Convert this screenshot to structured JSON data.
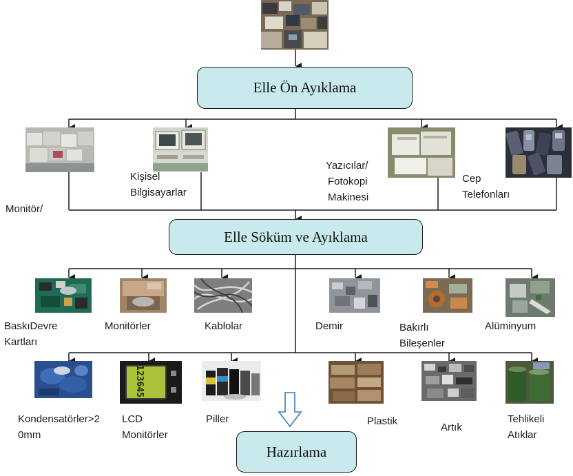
{
  "steps": {
    "pre_sorting": "Elle Ön Ayıklama",
    "dismantling": "Elle Söküm ve Ayıklama",
    "preparation": "Hazırlama"
  },
  "inputs": {
    "monitors_label": "Monitör/",
    "personal_computers_label_1": "Kişisel",
    "personal_computers_label_2": "Bilgisayarlar",
    "printers_label_1": "Yazıcılar/",
    "printers_label_2": "Fotokopi",
    "printers_label_3": "Makinesi",
    "phones_label_1": "Cep",
    "phones_label_2": "Telefonları"
  },
  "outputs_row1": {
    "pcb_label_1": "BaskıDevre",
    "pcb_label_2": "Kartları",
    "monitors_label": "Monitörler",
    "cables_label": "Kablolar",
    "iron_label": "Demir",
    "copper_label_1": "Bakırlı",
    "copper_label_2": "Bileşenler",
    "aluminium_label": "Alüminyum"
  },
  "outputs_row2": {
    "capacitors_label_1": "Kondensatörler>2",
    "capacitors_label_2": "0mm",
    "lcd_label_1": "LCD",
    "lcd_label_2": "Monitörler",
    "batteries_label": "Piller",
    "plastic_label": "Plastik",
    "residue_label": "Artık",
    "hazardous_label_1": "Tehlikeli",
    "hazardous_label_2": "Atıklar"
  },
  "lcd_display_text": "123645",
  "colors": {
    "box_fill": "#c8eaec",
    "line": "#1a1a1a",
    "arrow_outline": "#3d7ab5"
  }
}
